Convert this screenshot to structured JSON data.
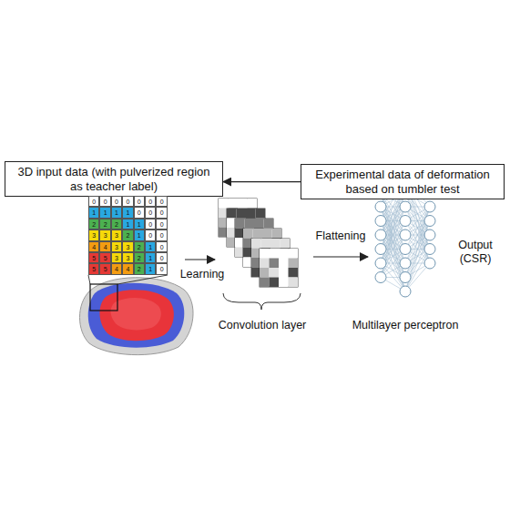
{
  "diagram": {
    "nodes": [
      {
        "text": [
          "3D input data (with pulverized region as teacher label)"
        ]
      },
      {
        "text": [
          "Experimental data of deformation based on tumbler test"
        ]
      }
    ],
    "edges": [
      {
        "from": 1,
        "to": 0,
        "arrow": "to"
      }
    ],
    "labels": [
      "0",
      "0",
      "0",
      "0",
      "0",
      "0",
      "0",
      "1",
      "1",
      "1",
      "1",
      "0",
      "0",
      "0",
      "2",
      "2",
      "2",
      "1",
      "1",
      "0",
      "0",
      "3",
      "3",
      "3",
      "2",
      "1",
      "0",
      "0",
      "4",
      "4",
      "3",
      "3",
      "2",
      "1",
      "0",
      "5",
      "5",
      "3",
      "3",
      "2",
      "1",
      "0",
      "5",
      "5",
      "4",
      "4",
      "2",
      "1",
      "0",
      "Learning",
      "Flattening",
      "Output (CSR)",
      "Convolution layer",
      "Multilayer perceptron"
    ]
  }
}
